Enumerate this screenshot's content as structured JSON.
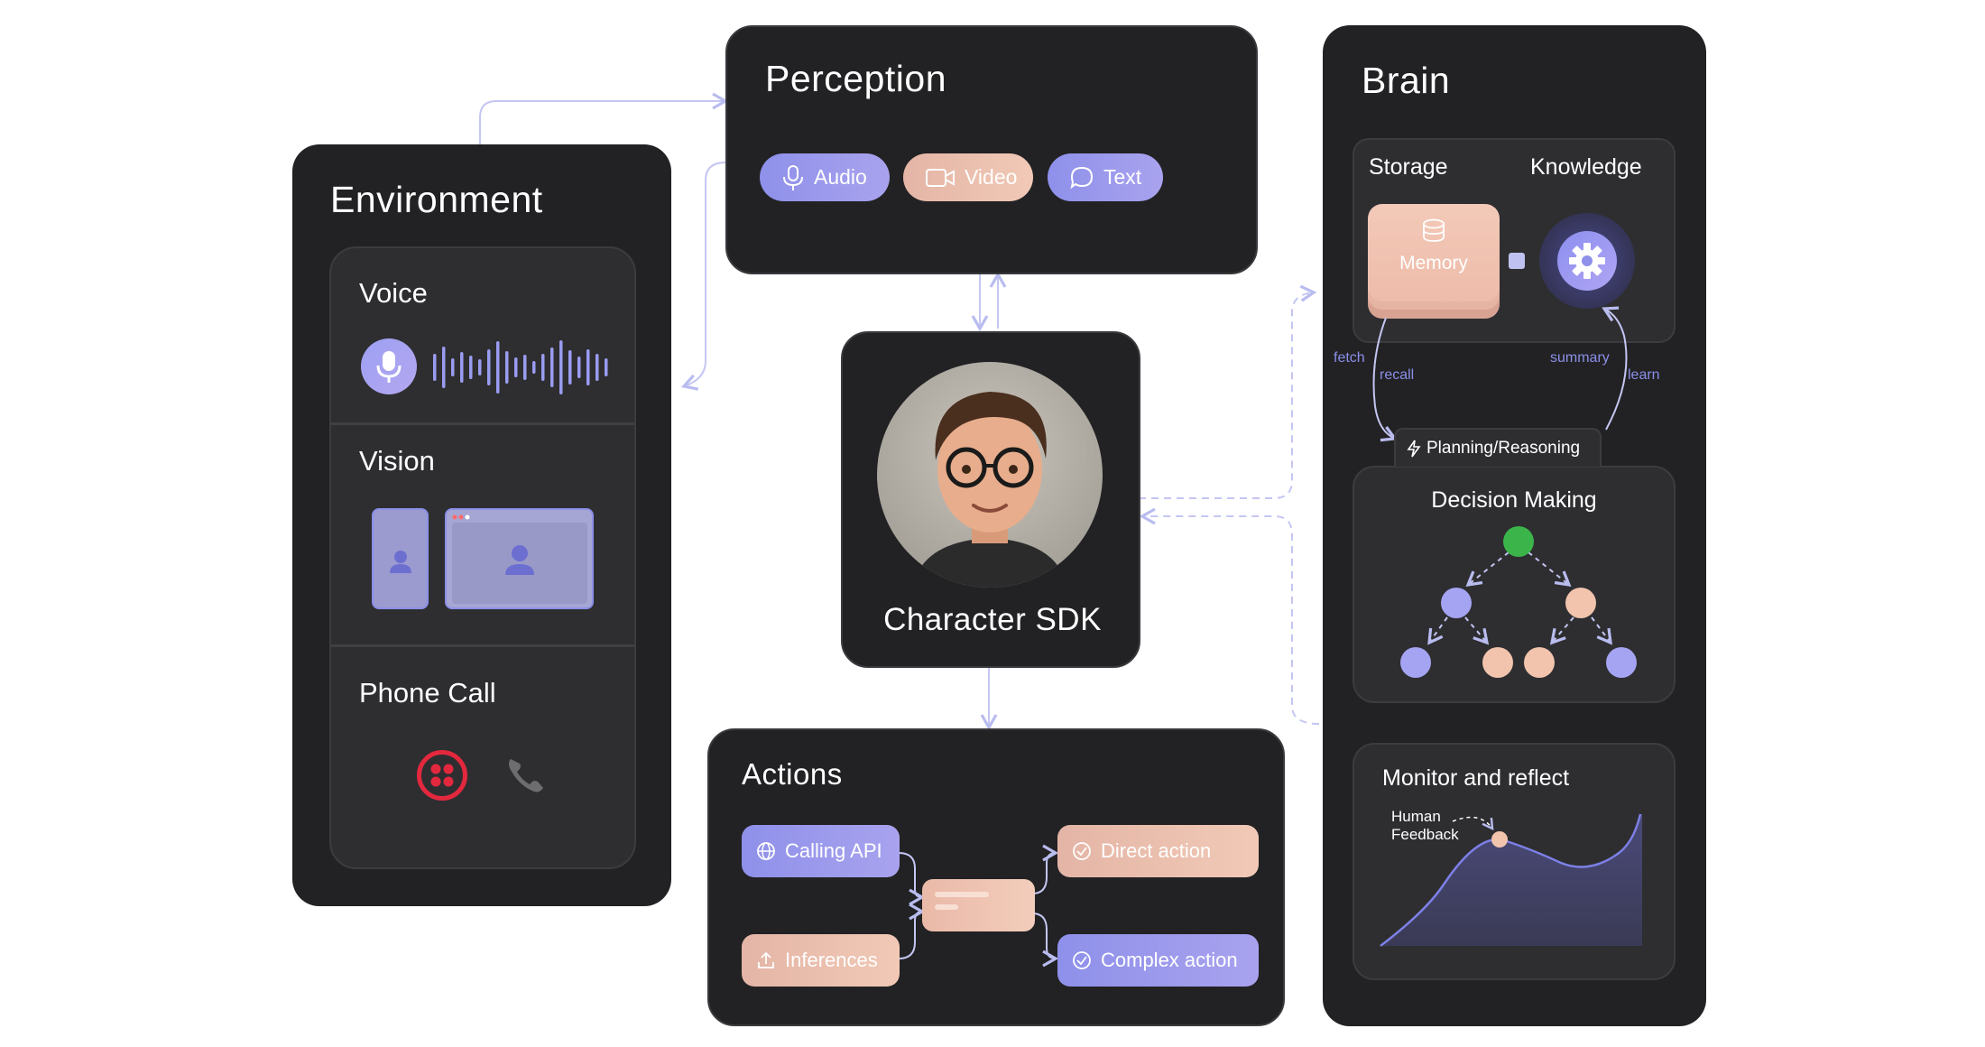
{
  "environment": {
    "title": "Environment",
    "voice": "Voice",
    "vision": "Vision",
    "phone_call": "Phone Call"
  },
  "perception": {
    "title": "Perception",
    "pills": [
      {
        "label": "Audio",
        "icon": "microphone-icon"
      },
      {
        "label": "Video",
        "icon": "video-camera-icon"
      },
      {
        "label": "Text",
        "icon": "chat-bubble-icon"
      }
    ]
  },
  "character": {
    "title": "Character SDK"
  },
  "actions": {
    "title": "Actions",
    "items": [
      {
        "label": "Calling API",
        "icon": "globe-icon"
      },
      {
        "label": "Inferences",
        "icon": "upload-icon"
      },
      {
        "label": "Direct action",
        "icon": "check-circle-icon"
      },
      {
        "label": "Complex action",
        "icon": "check-circle-icon"
      }
    ]
  },
  "brain": {
    "title": "Brain",
    "storage": "Storage",
    "knowledge": "Knowledge",
    "memory": "Memory",
    "labels": {
      "fetch": "fetch",
      "recall": "recall",
      "summary": "summary",
      "learn": "learn"
    },
    "planning": "Planning/Reasoning",
    "decision": "Decision Making",
    "monitor": "Monitor and reflect",
    "human_feedback_line1": "Human",
    "human_feedback_line2": "Feedback"
  },
  "colors": {
    "panel": "#222224",
    "subpanel": "#2e2e31",
    "accent_purple": "#8b8fe8",
    "accent_peach": "#f2c4ad",
    "green": "#3bb54a",
    "twilio_red": "#e3283e"
  }
}
